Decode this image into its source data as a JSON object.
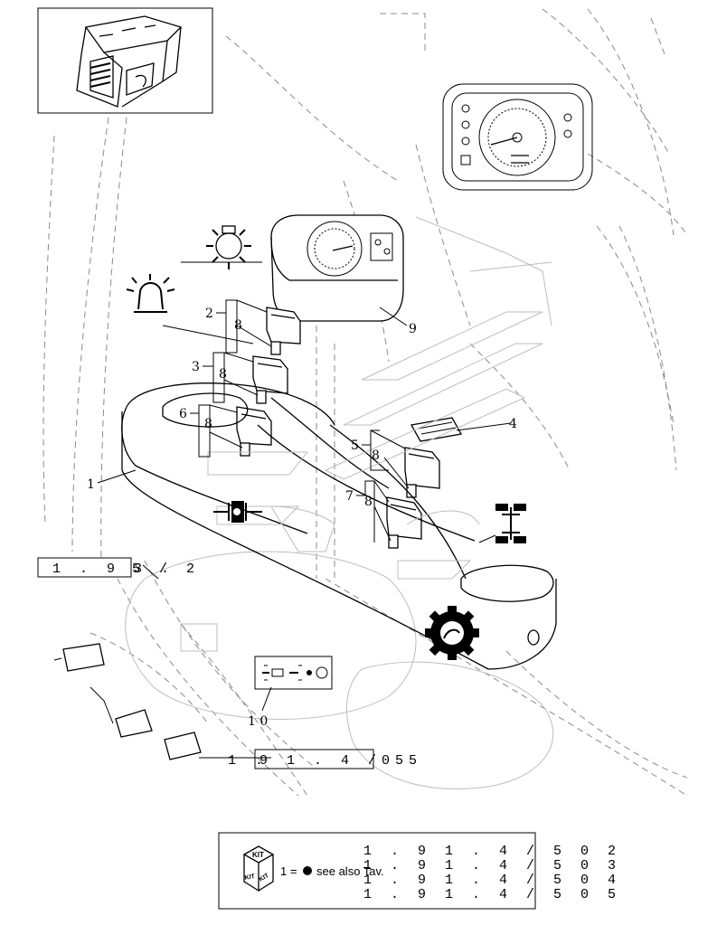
{
  "callouts": {
    "c1": "1",
    "c2": "2",
    "c3": "3",
    "c4": "4",
    "c5": "5",
    "c6": "6",
    "c7": "7",
    "c8a": "8",
    "c8b": "8",
    "c8c": "8",
    "c8d": "8",
    "c8e": "8",
    "c9": "9",
    "c10": "1 0"
  },
  "refs": {
    "left_ref_boxed": "1 . 9 3 .",
    "left_ref_suffix": "5 / 2",
    "bottom_ref_prefix": "1 .",
    "bottom_ref_boxed": "9 1 . 4 / 5",
    "bottom_ref_suffix": "0 5"
  },
  "legend": {
    "kit_label": "KIT",
    "kit_face_left": "KIT",
    "kit_face_right": "KIT",
    "eq_text": "1 =",
    "see_also": "see also Tav.",
    "refs": [
      "1 . 9 1 . 4 / 5   0 2",
      "1 . 9 1 . 4 / 5   0 3",
      "1 . 9 1 . 4 / 5   0 4",
      "1 . 9 1 . 4 / 5   0 5"
    ]
  },
  "icons": [
    "tractor-cab-thumbnail-icon",
    "work-light-icon",
    "beacon-icon",
    "instrument-cluster-icon",
    "differential-lock-icon",
    "four-wheel-drive-icon",
    "pto-gear-icon",
    "kit-cube-icon"
  ]
}
